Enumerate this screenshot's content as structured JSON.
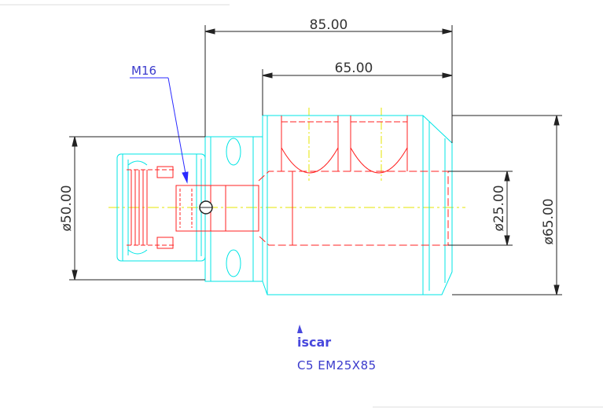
{
  "dimensions": {
    "overall_length": "85.00",
    "body_length": "65.00",
    "thread": "M16",
    "nut_diameter": "ø50.00",
    "bore_diameter": "ø25.00",
    "body_diameter": "ø65.00"
  },
  "logo": {
    "text": "iscar",
    "icon": "iscar-logo-icon"
  },
  "model": "C5 EM25X85",
  "colors": {
    "outline": "#00e5e5",
    "hidden": "#ff2020",
    "center": "#e6e600",
    "dimension": "#222222",
    "leader": "#2a2aff"
  }
}
